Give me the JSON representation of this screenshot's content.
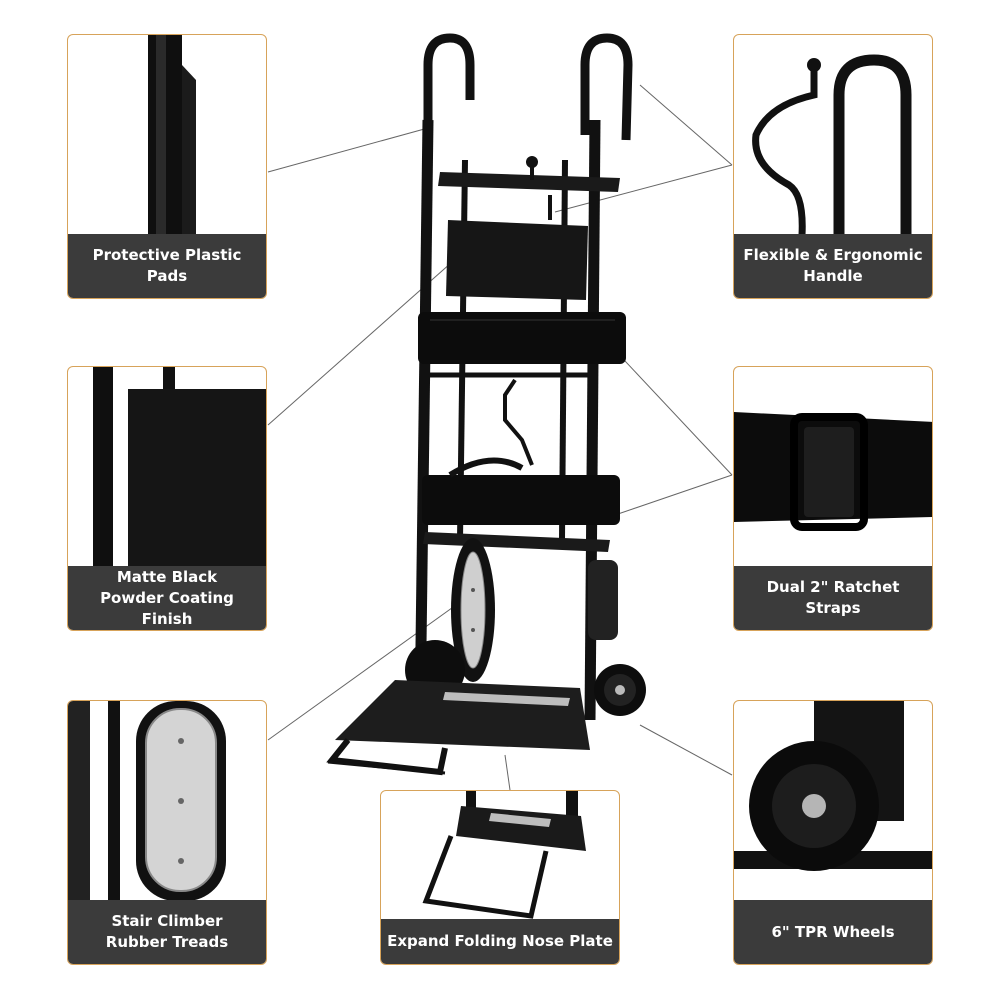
{
  "features": {
    "protective_pads": "Protective Plastic Pads",
    "ergonomic_handle": "Flexible & Ergonomic\nHandle",
    "powder_coating": "Matte Black\nPowder Coating Finish",
    "ratchet_straps": "Dual 2\" Ratchet Straps",
    "rubber_treads": "Stair Climber\nRubber Treads",
    "nose_plate": "Expand Folding Nose Plate",
    "tpr_wheels": "6\" TPR Wheels"
  },
  "colors": {
    "frame": "#111111",
    "label_bg": "#3b3b3b",
    "card_border": "#d7a35a",
    "plate": "#c8c8c8"
  }
}
